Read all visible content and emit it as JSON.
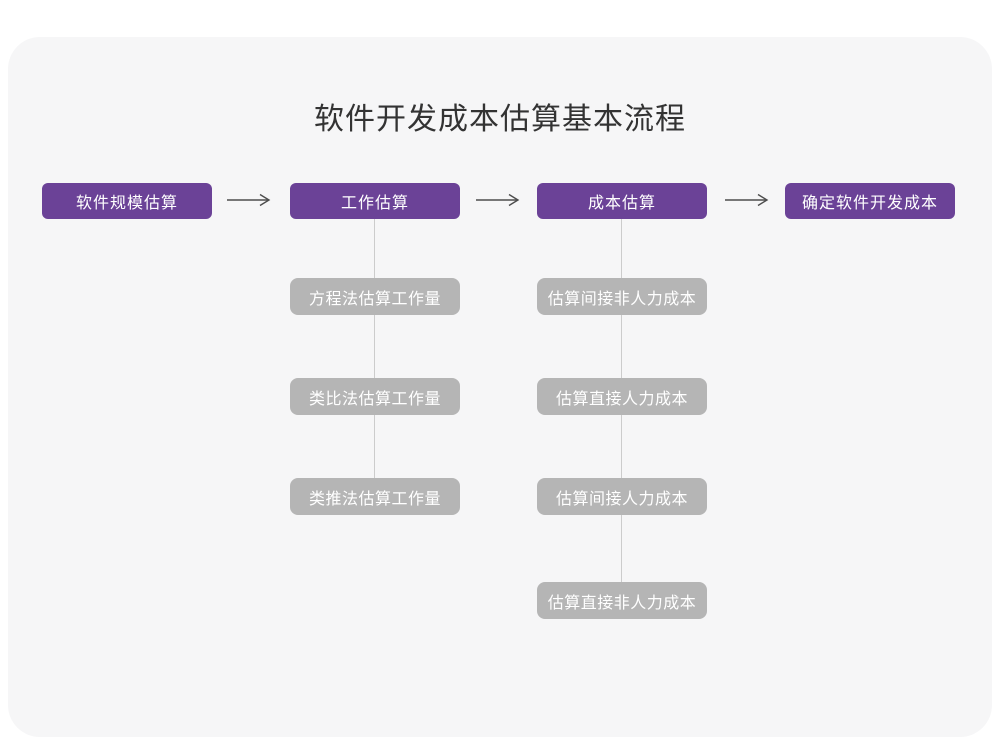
{
  "title": "软件开发成本估算基本流程",
  "colors": {
    "stage_box": "#6b4297",
    "sub_box": "#b5b5b5",
    "canvas_background": "#f6f6f7",
    "connector_line": "#cccccc",
    "arrow": "#4d4d4d",
    "title_text": "#333333",
    "box_text": "#ffffff"
  },
  "stages": [
    {
      "label": "软件规模估算"
    },
    {
      "label": "工作估算"
    },
    {
      "label": "成本估算"
    },
    {
      "label": "确定软件开发成本"
    }
  ],
  "work_estimation_methods": [
    "方程法估算工作量",
    "类比法估算工作量",
    "类推法估算工作量"
  ],
  "cost_estimation_steps": [
    "估算间接非人力成本",
    "估算直接人力成本",
    "估算间接人力成本",
    "估算直接非人力成本"
  ]
}
